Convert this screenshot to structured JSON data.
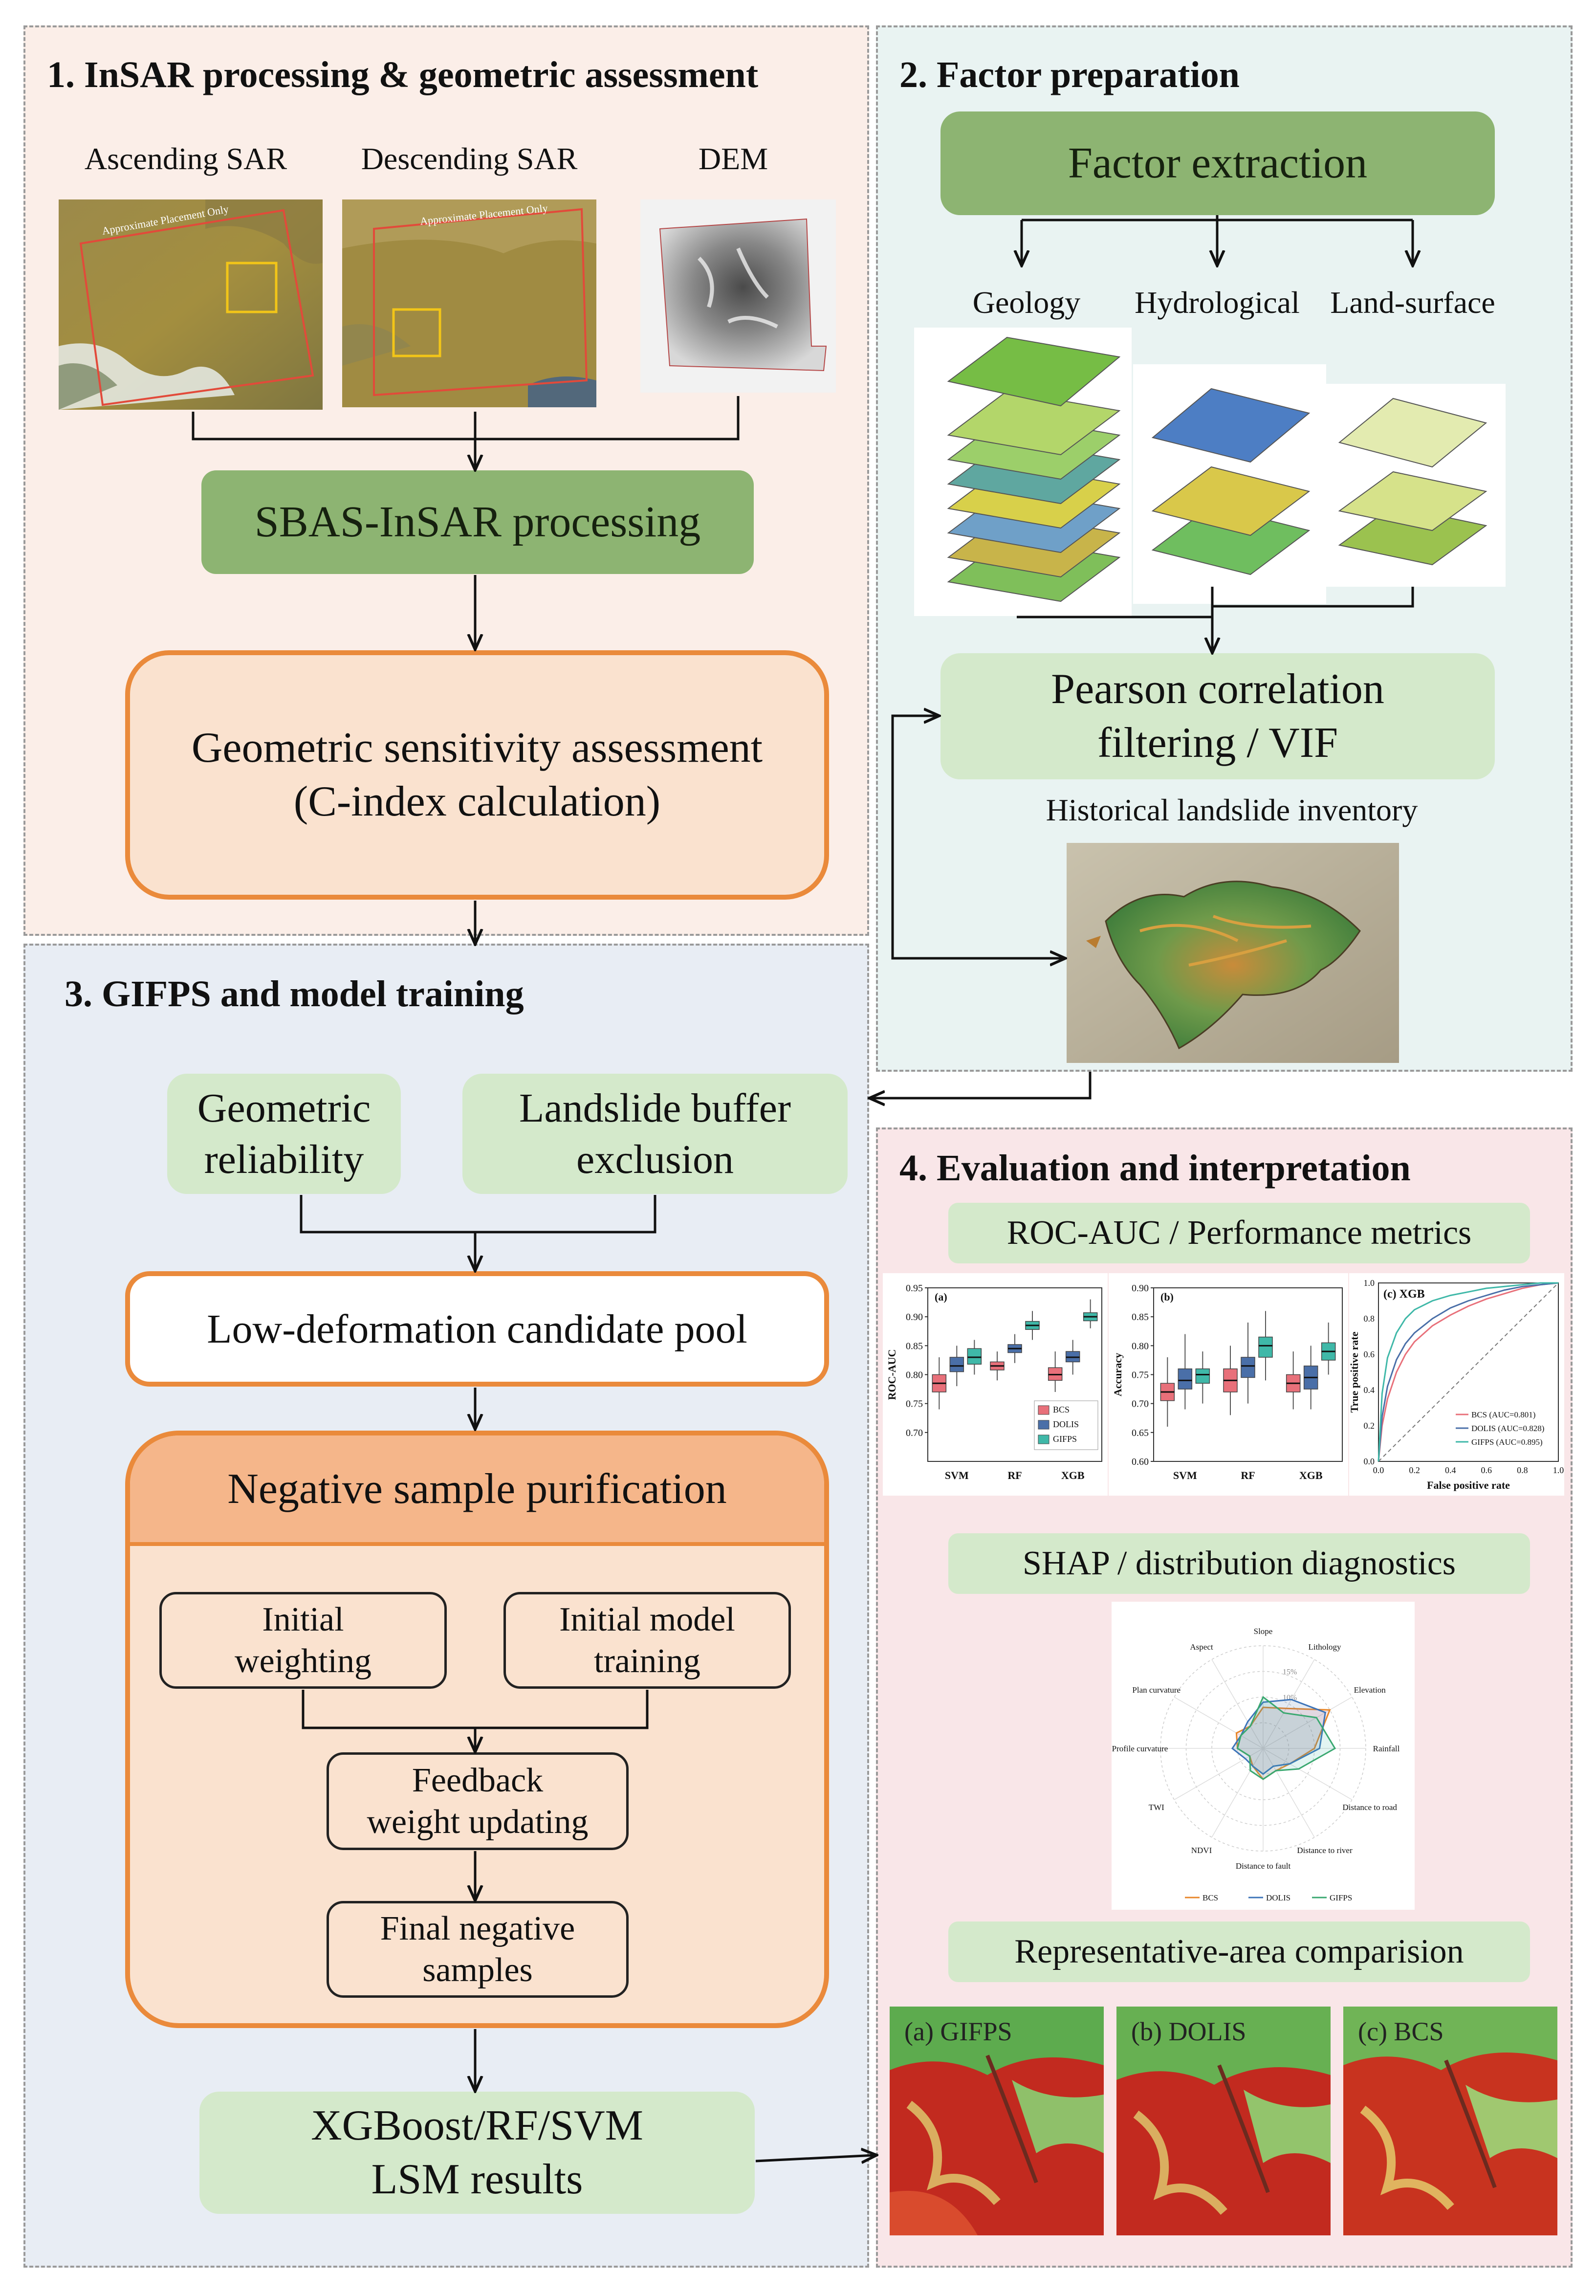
{
  "panels": {
    "p1": "1. InSAR processing &  geometric assessment",
    "p2": "2. Factor preparation",
    "p3": "3. GIFPS and model training",
    "p4": "4. Evaluation and interpretation"
  },
  "inputs": {
    "ascending": "Ascending SAR",
    "descending": "Descending SAR",
    "dem": "DEM",
    "watermark": "Approximate Placement Only"
  },
  "steps": {
    "sbas": "SBAS-InSAR processing",
    "geo_line1": "Geometric sensitivity assessment",
    "geo_line2": "(C-index calculation)",
    "factor_extraction": "Factor extraction",
    "pearson_line1": "Pearson correlation",
    "pearson_line2": "filtering / VIF",
    "inventory": "Historical landslide inventory",
    "geom_rel_line1": "Geometric",
    "geom_rel_line2": "reliability",
    "buffer_line1": "Landslide buffer",
    "buffer_line2": "exclusion",
    "candidate_pool": "Low-deformation candidate pool",
    "purification": "Negative sample purification",
    "init_weight_line1": "Initial",
    "init_weight_line2": "weighting",
    "init_model_line1": "Initial model",
    "init_model_line2": "training",
    "feedback_line1": "Feedback",
    "feedback_line2": "weight updating",
    "final_neg_line1": "Final negative",
    "final_neg_line2": "samples",
    "lsm_line1": "XGBoost/RF/SVM",
    "lsm_line2": "LSM results"
  },
  "factors": {
    "geology": "Geology",
    "hydrological": "Hydrological",
    "land_surface": "Land-surface"
  },
  "evaluation": {
    "roc_title": "ROC-AUC / Performance metrics",
    "shap_title": "SHAP / distribution diagnostics",
    "rep_title": "Representative-area comparision",
    "map_a": "(a) GIFPS",
    "map_b": "(b) DOLIS",
    "map_c": "(c) BCS"
  },
  "colors": {
    "BCS": "#e8707a",
    "DOLIS": "#4a6fa8",
    "GIFPS": "#3fb8a8",
    "dark_green": "#8db472",
    "light_green": "#d4e9cb",
    "orange": "#ea8a3b"
  },
  "chart_data": [
    {
      "type": "box",
      "panel_label": "(a)",
      "title": "",
      "xlabel": "",
      "ylabel": "ROC-AUC",
      "ylim": [
        0.65,
        0.95
      ],
      "yticks": [
        0.7,
        0.75,
        0.8,
        0.85,
        0.9,
        0.95
      ],
      "categories": [
        "SVM",
        "RF",
        "XGB"
      ],
      "legend": "bottom-right",
      "series": [
        {
          "name": "BCS",
          "median": [
            0.785,
            0.815,
            0.8
          ],
          "q1": [
            0.77,
            0.808,
            0.79
          ],
          "q3": [
            0.8,
            0.822,
            0.812
          ],
          "min": [
            0.74,
            0.79,
            0.77
          ],
          "max": [
            0.83,
            0.84,
            0.84
          ]
        },
        {
          "name": "DOLIS",
          "median": [
            0.815,
            0.845,
            0.83
          ],
          "q1": [
            0.805,
            0.838,
            0.822
          ],
          "q3": [
            0.83,
            0.852,
            0.84
          ],
          "min": [
            0.78,
            0.82,
            0.8
          ],
          "max": [
            0.85,
            0.87,
            0.86
          ]
        },
        {
          "name": "GIFPS",
          "median": [
            0.83,
            0.885,
            0.9
          ],
          "q1": [
            0.818,
            0.878,
            0.893
          ],
          "q3": [
            0.845,
            0.892,
            0.907
          ],
          "min": [
            0.8,
            0.86,
            0.88
          ],
          "max": [
            0.86,
            0.91,
            0.93
          ]
        }
      ]
    },
    {
      "type": "box",
      "panel_label": "(b)",
      "title": "",
      "xlabel": "",
      "ylabel": "Accuracy",
      "ylim": [
        0.6,
        0.9
      ],
      "yticks": [
        0.6,
        0.65,
        0.7,
        0.75,
        0.8,
        0.85,
        0.9
      ],
      "categories": [
        "SVM",
        "RF",
        "XGB"
      ],
      "series": [
        {
          "name": "BCS",
          "median": [
            0.72,
            0.74,
            0.735
          ],
          "q1": [
            0.705,
            0.72,
            0.72
          ],
          "q3": [
            0.735,
            0.76,
            0.75
          ],
          "min": [
            0.66,
            0.68,
            0.69
          ],
          "max": [
            0.78,
            0.8,
            0.79
          ]
        },
        {
          "name": "DOLIS",
          "median": [
            0.74,
            0.765,
            0.745
          ],
          "q1": [
            0.725,
            0.745,
            0.725
          ],
          "q3": [
            0.76,
            0.78,
            0.765
          ],
          "min": [
            0.69,
            0.7,
            0.69
          ],
          "max": [
            0.82,
            0.84,
            0.8
          ]
        },
        {
          "name": "GIFPS",
          "median": [
            0.75,
            0.8,
            0.79
          ],
          "q1": [
            0.735,
            0.78,
            0.775
          ],
          "q3": [
            0.76,
            0.815,
            0.805
          ],
          "min": [
            0.7,
            0.74,
            0.75
          ],
          "max": [
            0.79,
            0.86,
            0.84
          ]
        }
      ]
    },
    {
      "type": "line",
      "panel_label": "(c) XGB",
      "title": "",
      "xlabel": "False positive rate",
      "ylabel": "True positive rate",
      "xlim": [
        0,
        1
      ],
      "ylim": [
        0,
        1
      ],
      "ticks": [
        0.0,
        0.2,
        0.4,
        0.6,
        0.8,
        1.0
      ],
      "legend": "bottom-right",
      "series": [
        {
          "name": "BCS (AUC=0.801)",
          "x": [
            0,
            0.02,
            0.05,
            0.1,
            0.15,
            0.2,
            0.3,
            0.4,
            0.5,
            0.6,
            0.7,
            0.8,
            0.9,
            1.0
          ],
          "y": [
            0,
            0.2,
            0.35,
            0.5,
            0.6,
            0.67,
            0.76,
            0.82,
            0.87,
            0.91,
            0.94,
            0.97,
            0.99,
            1.0
          ]
        },
        {
          "name": "DOLIS (AUC=0.828)",
          "x": [
            0,
            0.02,
            0.05,
            0.1,
            0.15,
            0.2,
            0.3,
            0.4,
            0.5,
            0.6,
            0.7,
            0.8,
            0.9,
            1.0
          ],
          "y": [
            0,
            0.25,
            0.42,
            0.57,
            0.66,
            0.72,
            0.8,
            0.86,
            0.9,
            0.93,
            0.96,
            0.98,
            0.99,
            1.0
          ]
        },
        {
          "name": "GIFPS (AUC=0.895)",
          "x": [
            0,
            0.02,
            0.05,
            0.1,
            0.15,
            0.2,
            0.3,
            0.4,
            0.5,
            0.6,
            0.7,
            0.8,
            0.9,
            1.0
          ],
          "y": [
            0,
            0.38,
            0.58,
            0.72,
            0.8,
            0.85,
            0.9,
            0.93,
            0.95,
            0.97,
            0.98,
            0.99,
            1.0,
            1.0
          ]
        }
      ]
    },
    {
      "type": "radar",
      "title": "",
      "axes": [
        "Slope",
        "Lithology",
        "Elevation",
        "Rainfall",
        "Distance to road",
        "Distance to river",
        "Distance to fault",
        "NDVI",
        "TWI",
        "Profile curvature",
        "Plan curvature",
        "Aspect"
      ],
      "rings": [
        "10%",
        "15%"
      ],
      "max": 20,
      "legend": "bottom",
      "series": [
        {
          "name": "BCS",
          "values": [
            8,
            9,
            15,
            10,
            6,
            5,
            6,
            4,
            3,
            5,
            6,
            5
          ]
        },
        {
          "name": "DOLIS",
          "values": [
            9,
            11,
            14,
            11,
            6,
            4,
            5,
            4,
            4,
            6,
            5,
            6
          ]
        },
        {
          "name": "GIFPS",
          "values": [
            10,
            8,
            12,
            14,
            8,
            5,
            6,
            5,
            3,
            5,
            5,
            5
          ]
        }
      ]
    }
  ]
}
